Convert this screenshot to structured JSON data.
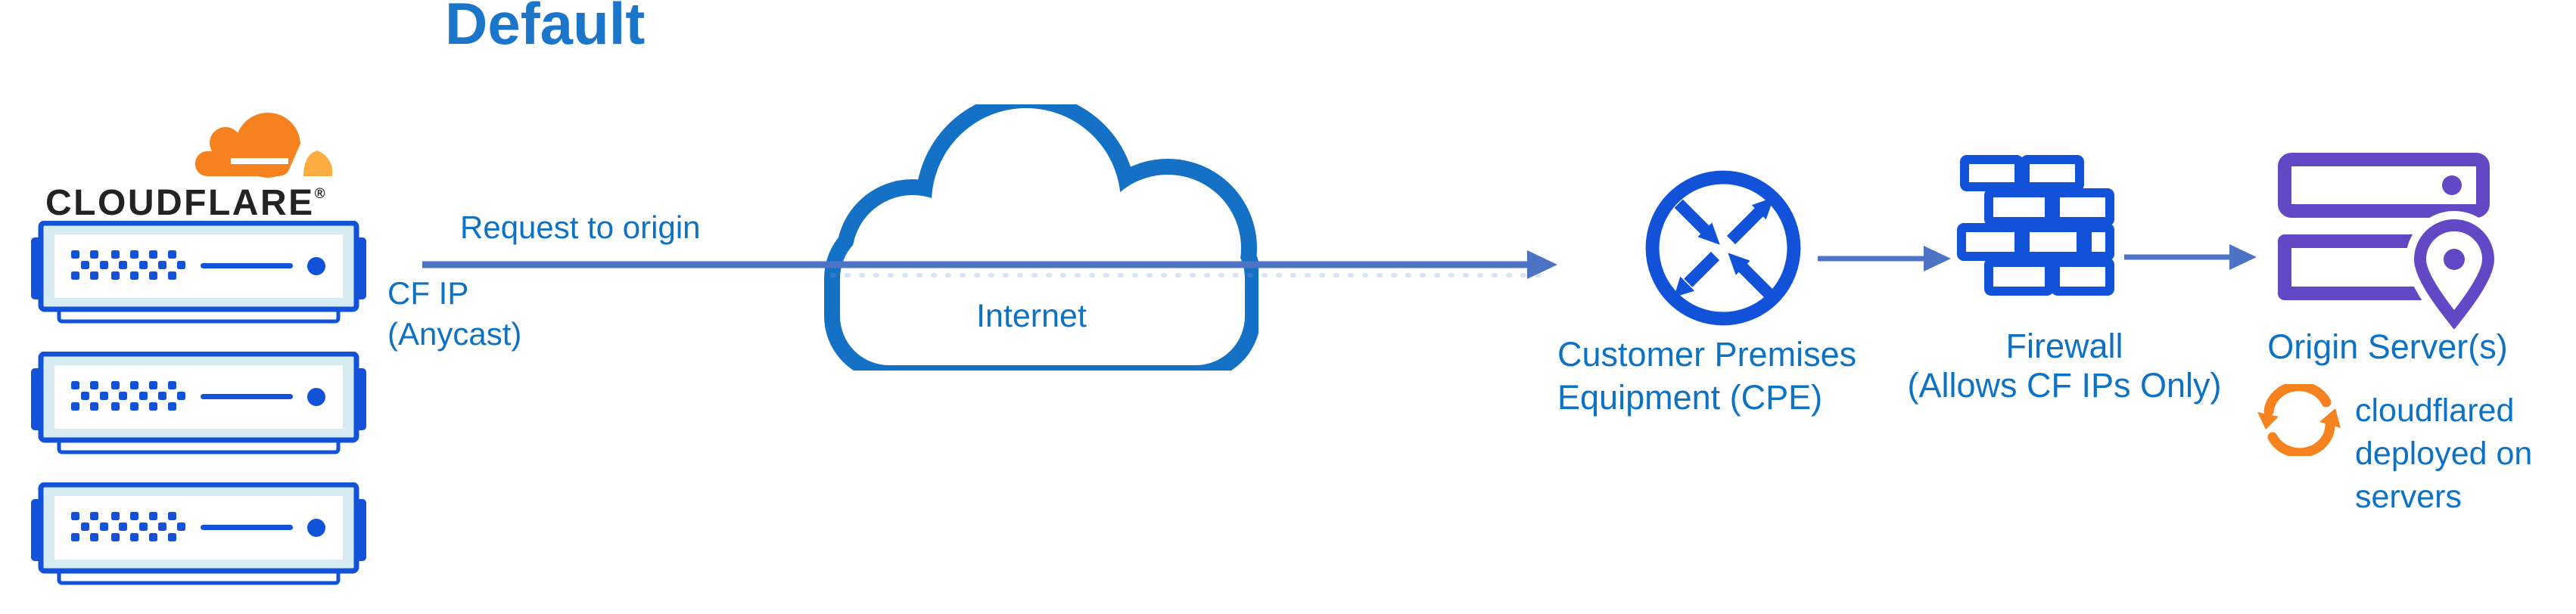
{
  "title": "Default",
  "brand": {
    "wordmark": "CLOUDFLARE",
    "registered_mark": "®"
  },
  "labels": {
    "request_to_origin": "Request to origin",
    "cf_ip": {
      "line1": "CF IP",
      "line2": "(Anycast)"
    },
    "internet": "Internet",
    "cpe": {
      "line1": "Customer Premises",
      "line2": "Equipment (CPE)"
    },
    "firewall": {
      "line1": "Firewall",
      "line2": "(Allows CF IPs Only)"
    },
    "origin": "Origin Server(s)",
    "cloudflared": {
      "line1": "cloudflared",
      "line2": "deployed on",
      "line3": "servers"
    }
  },
  "icons": {
    "cloudflare_logo": "orange-cloudflare-cloud",
    "edge_servers": "blue-rack-server-x3",
    "internet": "blue-outline-cloud",
    "cpe": "circle-with-inout-arrows-router",
    "firewall": "blue-brick-wall",
    "origin_servers": "purple-server-stack-with-location-pin",
    "cloudflared_sync": "orange-circular-refresh-arrows"
  },
  "colors": {
    "background": "#ffffff",
    "title_blue": "#1b75c9",
    "label_blue": "#0e72c4",
    "icon_blue": "#1152d8",
    "cloud_outline_blue": "#1571c5",
    "arrow_slate": "#4d73c5",
    "server_band": "#d7ebf3",
    "origin_purple": "#6348c6",
    "cf_orange": "#f6821f",
    "cf_orange_light": "#fbad41",
    "wordmark_dark": "#232323"
  }
}
